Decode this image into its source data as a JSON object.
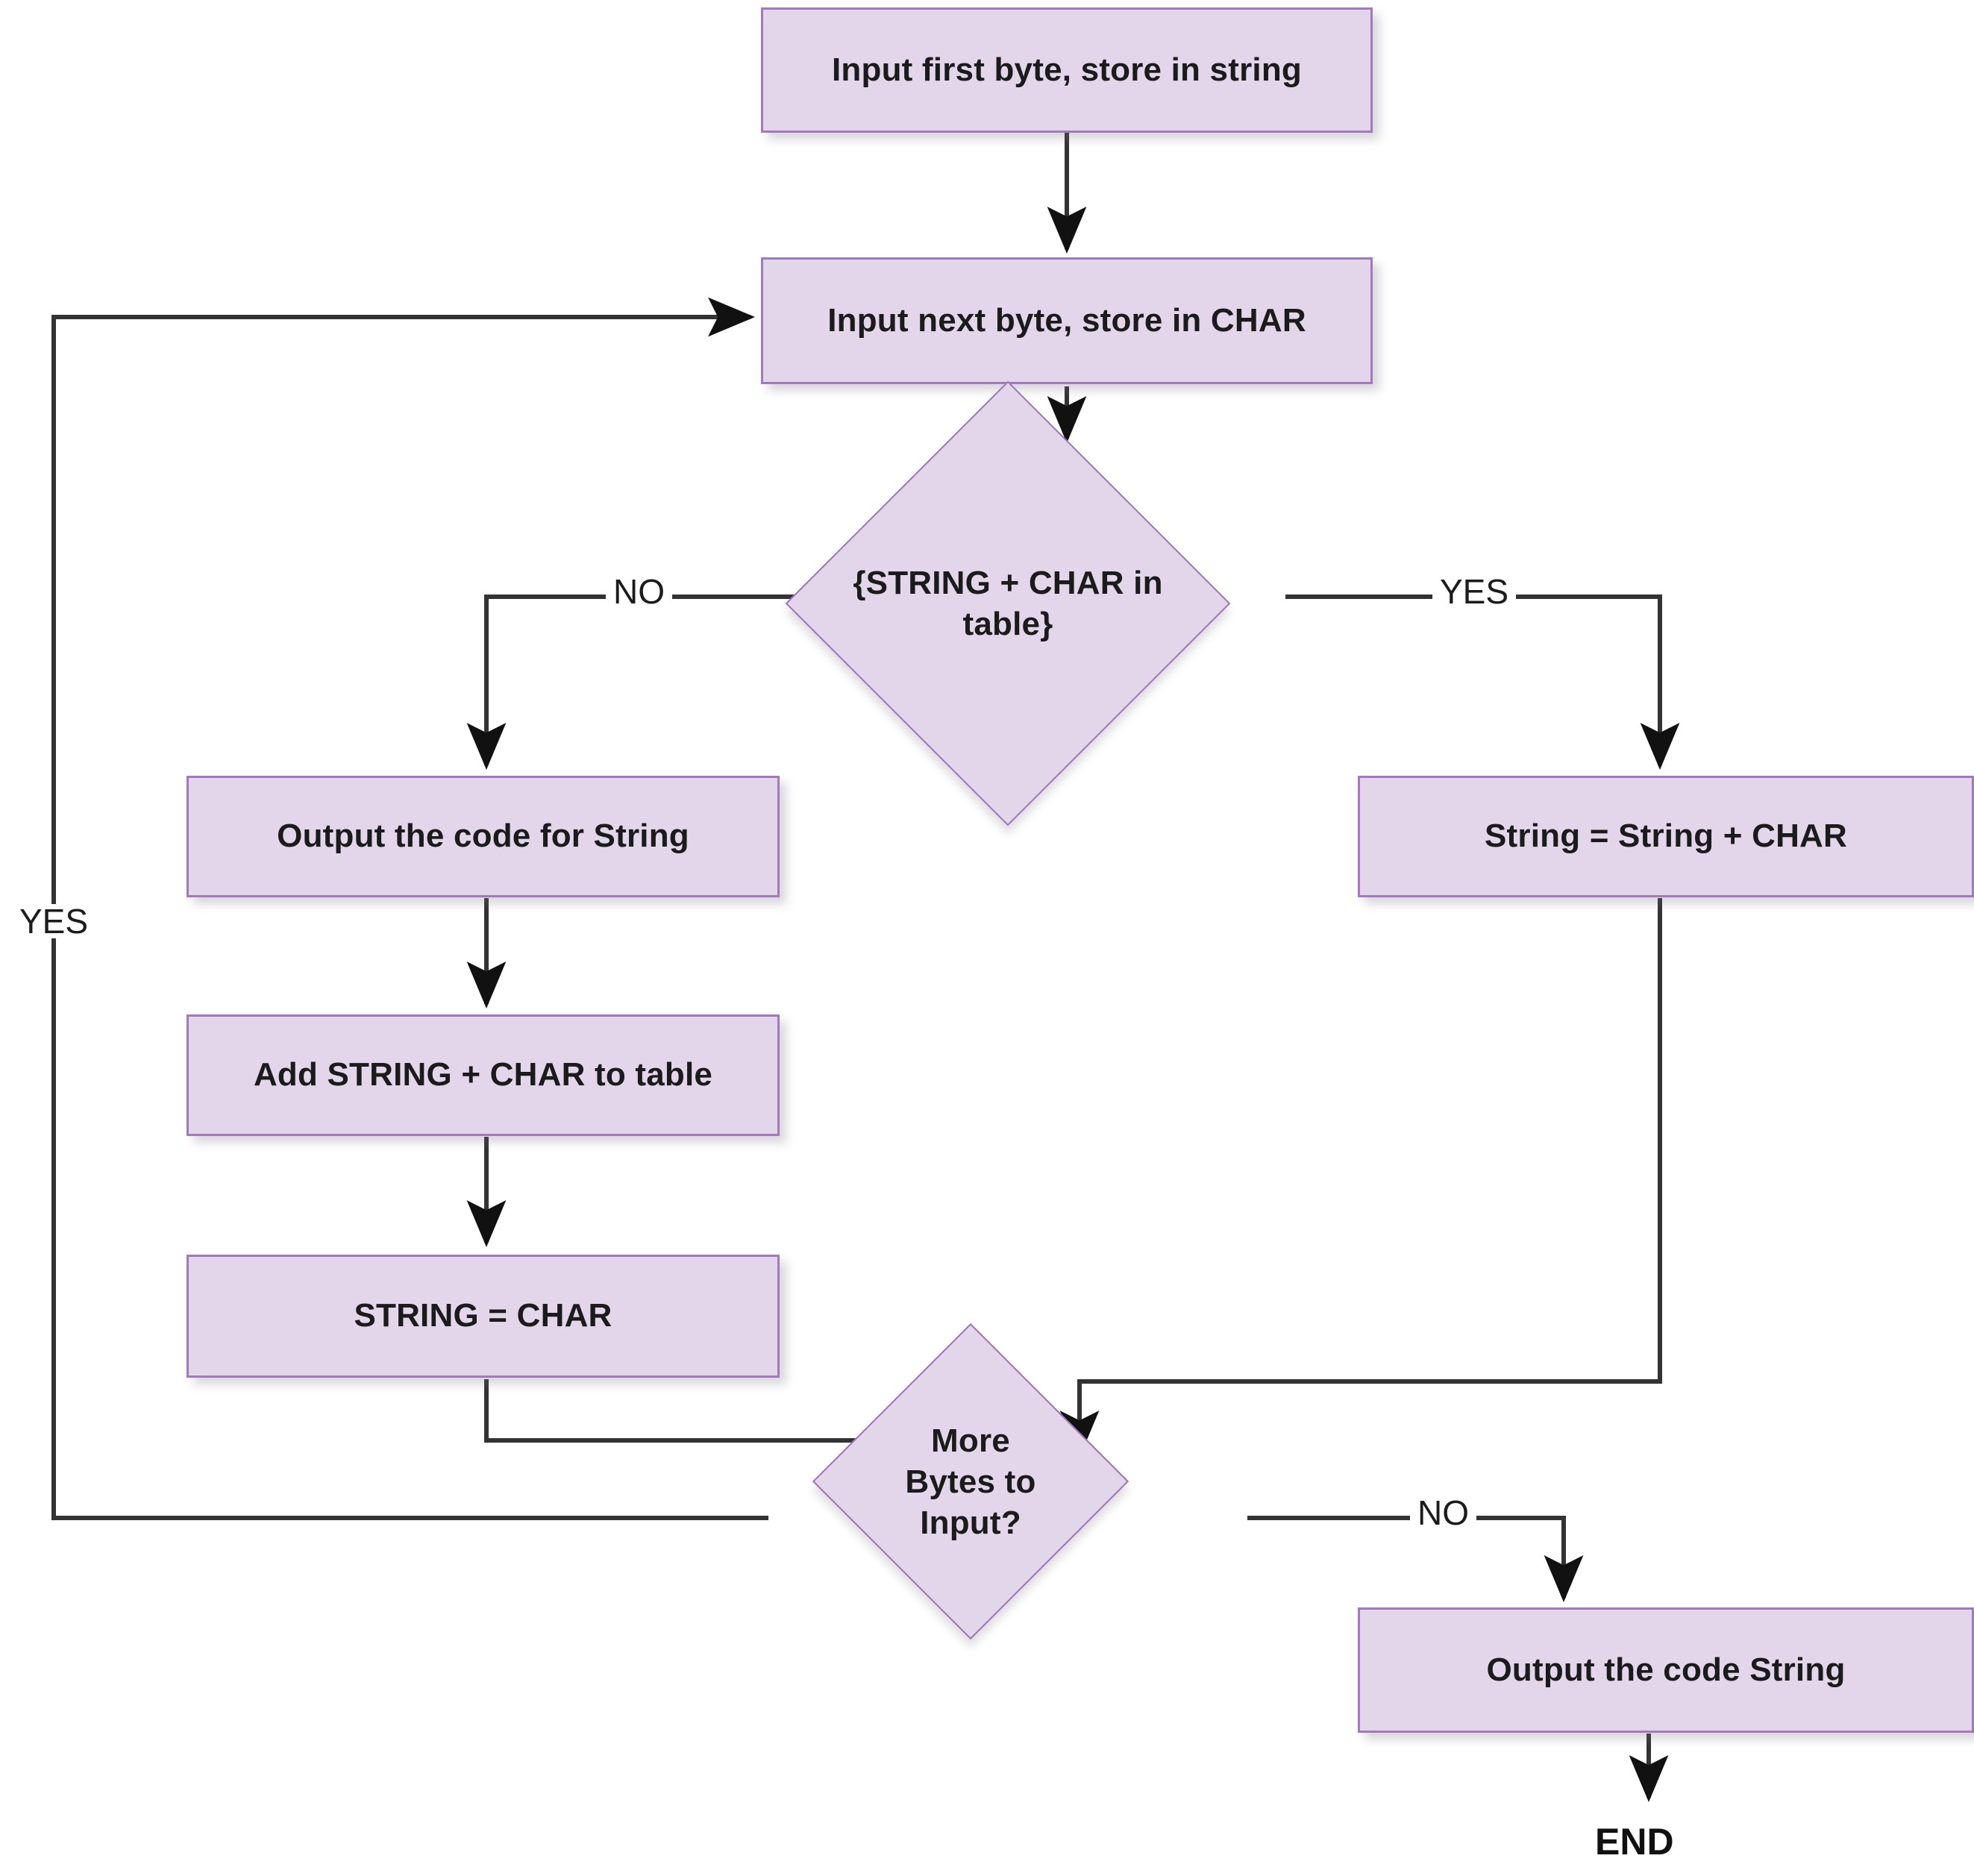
{
  "diagram": {
    "title": "LZW Compression Flowchart",
    "type": "flowchart",
    "colors": {
      "node_fill": "#e3d6ea",
      "node_border": "#a279bc",
      "connector": "#333333",
      "background": "#ffffff",
      "text": "#1b1b1b"
    },
    "nodes": [
      {
        "id": "input_first",
        "shape": "process",
        "text": "Input first byte, store in string"
      },
      {
        "id": "input_next",
        "shape": "process",
        "text": "Input next byte, store in CHAR"
      },
      {
        "id": "decide_table",
        "shape": "decision",
        "text": "{STRING + CHAR in table}"
      },
      {
        "id": "output_code_for_string",
        "shape": "process",
        "text": "Output the code for String"
      },
      {
        "id": "string_plus_char",
        "shape": "process",
        "text": "String = String + CHAR"
      },
      {
        "id": "add_to_table",
        "shape": "process",
        "text": "Add STRING + CHAR to table"
      },
      {
        "id": "string_eq_char",
        "shape": "process",
        "text": "STRING = CHAR"
      },
      {
        "id": "decide_more_bytes",
        "shape": "decision",
        "text": "More Bytes to Input?"
      },
      {
        "id": "output_code_string",
        "shape": "process",
        "text": "Output the code String"
      },
      {
        "id": "end",
        "shape": "terminator",
        "text": "END"
      }
    ],
    "edge_labels": {
      "table_no": "NO",
      "table_yes": "YES",
      "more_bytes_yes": "YES",
      "more_bytes_no": "NO"
    },
    "edges": [
      {
        "from": "input_first",
        "to": "input_next",
        "label": ""
      },
      {
        "from": "input_next",
        "to": "decide_table",
        "label": ""
      },
      {
        "from": "decide_table",
        "to": "output_code_for_string",
        "label": "NO"
      },
      {
        "from": "decide_table",
        "to": "string_plus_char",
        "label": "YES"
      },
      {
        "from": "output_code_for_string",
        "to": "add_to_table",
        "label": ""
      },
      {
        "from": "add_to_table",
        "to": "string_eq_char",
        "label": ""
      },
      {
        "from": "string_eq_char",
        "to": "decide_more_bytes",
        "label": ""
      },
      {
        "from": "string_plus_char",
        "to": "decide_more_bytes",
        "label": ""
      },
      {
        "from": "decide_more_bytes",
        "to": "input_next",
        "label": "YES"
      },
      {
        "from": "decide_more_bytes",
        "to": "output_code_string",
        "label": "NO"
      },
      {
        "from": "output_code_string",
        "to": "end",
        "label": ""
      }
    ]
  }
}
